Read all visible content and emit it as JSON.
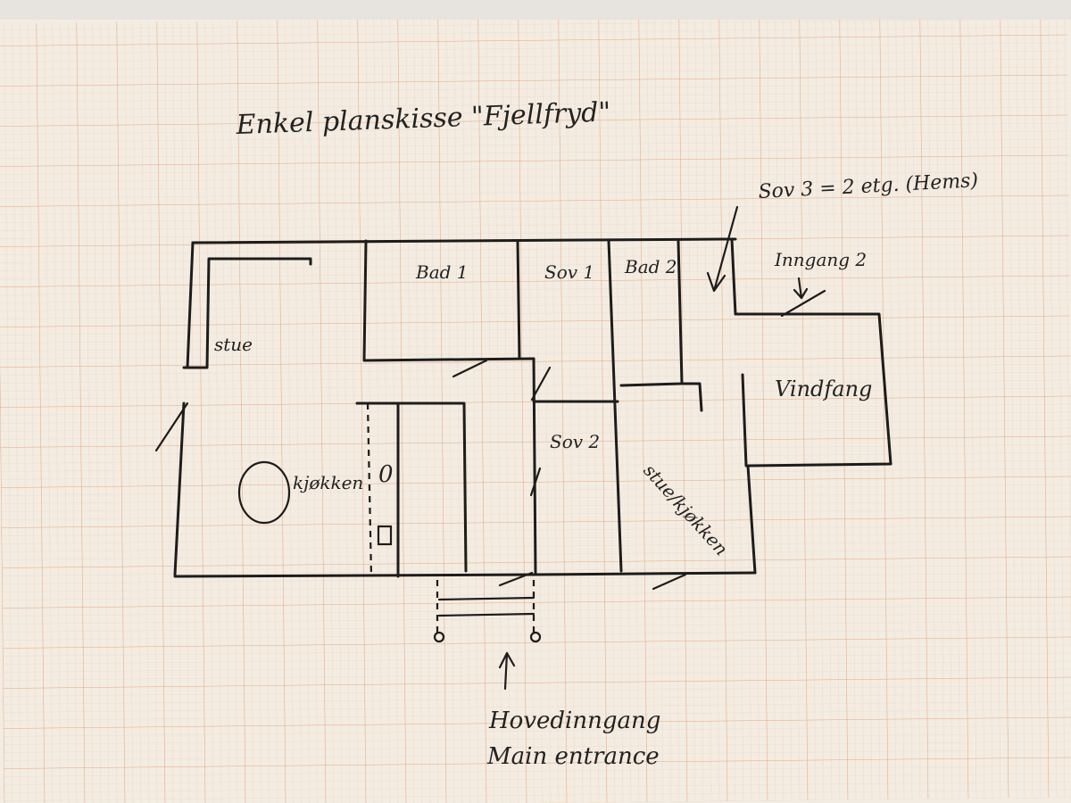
{
  "title": "Enkel planskisse \"Fjellfryd\"",
  "note_sov3": "Sov 3 = 2 etg. (Hems)",
  "rooms": {
    "stue": "stue",
    "bad1": "Bad 1",
    "sov1": "Sov 1",
    "bad2": "Bad 2",
    "inngang2": "Inngang 2",
    "vindfang": "Vindfang",
    "kjokken": "kjøkken",
    "sov2": "Sov 2",
    "stue_kjokken": "stue/kjøkken"
  },
  "entrance": {
    "line1": "Hovedinngang",
    "line2": "Main entrance"
  },
  "colors": {
    "paper": "#f3ece2",
    "grid_minor": "#f2c9a6",
    "grid_major": "#e8a274",
    "ink": "#1c1c1c"
  }
}
